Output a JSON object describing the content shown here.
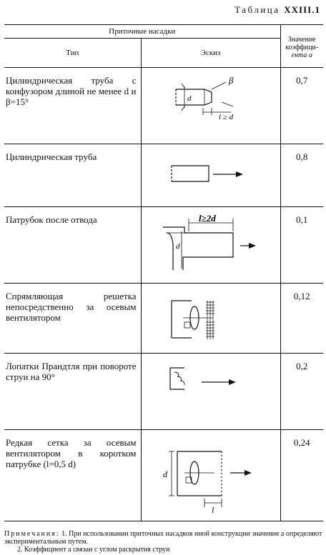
{
  "table_title_prefix": "Таблица",
  "table_title_number": "XXIII.1",
  "header": {
    "group": "Приточные насадки",
    "type": "Тип",
    "sketch": "Эскиз",
    "coef_line1": "Значение",
    "coef_line2": "коэффици-",
    "coef_line3": "ента a"
  },
  "rows": [
    {
      "type": "Цилиндрическая труба с конфузором длиной не менее d и β=15°",
      "value": "0,7",
      "sketch_labels": {
        "beta": "β",
        "d": "d",
        "len": "l ≥ d"
      }
    },
    {
      "type": "Цилиндрическая труба",
      "value": "0,8"
    },
    {
      "type": "Патрубок после отвода",
      "value": "0,1",
      "sketch_labels": {
        "len": "l≥2d",
        "d": "d"
      }
    },
    {
      "type": "Спрямляющая решетка непосредственно за осевым вентилятором",
      "value": "0,12"
    },
    {
      "type": "Лопатки Прандтля при повороте струи на 90°",
      "value": "0,2"
    },
    {
      "type": "Редкая сетка за осевым вентилятором в коротком патрубке (l=0,5 d)",
      "value": "0,24",
      "sketch_labels": {
        "d": "d",
        "len": "l"
      }
    }
  ],
  "notes": {
    "label": "Примечания:",
    "n1": "1. При использовании приточных насадков иной конструкции значение a определяют экспериментальным путем.",
    "n2": "2. Коэффициент a связан с углом раскрытия струи"
  }
}
